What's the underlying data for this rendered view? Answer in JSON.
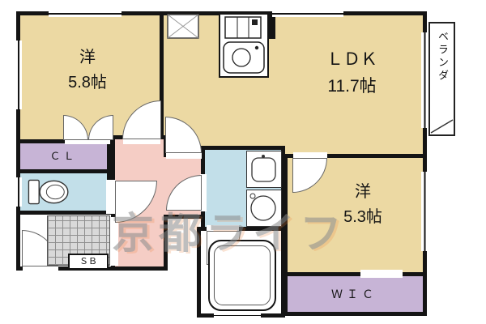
{
  "floorplan": {
    "rooms": {
      "bedroom1": {
        "name": "洋",
        "size": "5.8帖"
      },
      "ldk": {
        "name": "ＬＤＫ",
        "size": "11.7帖"
      },
      "bedroom2": {
        "name": "洋",
        "size": "5.3帖"
      },
      "closet": {
        "label": "ＣＬ"
      },
      "shoe_box": {
        "label": "ＳＢ"
      },
      "wic": {
        "label": "ＷＩＣ"
      },
      "veranda": {
        "label": "ベランダ"
      }
    },
    "watermark": {
      "text": "京都ライフ"
    },
    "colors": {
      "room_fill": "#ecd9a3",
      "closet_fill": "#c7b4d6",
      "hallway_fill": "#f5cdc5",
      "wet_area_fill": "#c2dfe9",
      "wall": "#141414",
      "watermark_gray": "#8a8a8a",
      "watermark_shadow_orange": "#eb823c"
    }
  }
}
